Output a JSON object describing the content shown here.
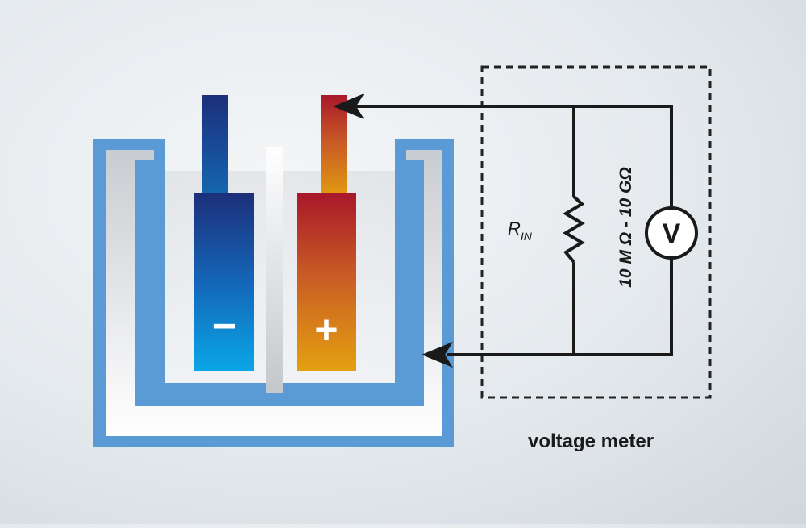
{
  "electrodes": {
    "negative": {
      "sign": "−",
      "color_top": "#1d2f7a",
      "color_bottom": "#0aa6e6"
    },
    "positive": {
      "sign": "+",
      "color_top": "#a8182a",
      "color_bottom": "#e4a010"
    }
  },
  "meter": {
    "resistor_label": "R",
    "resistor_subscript": "IN",
    "range_label": "10 M Ω - 10 GΩ",
    "voltmeter_symbol": "V",
    "caption": "voltage meter"
  },
  "colors": {
    "vessel_blue": "#5b9bd5",
    "vessel_inner": "#d6d9dd",
    "wire": "#1a1a1a"
  }
}
